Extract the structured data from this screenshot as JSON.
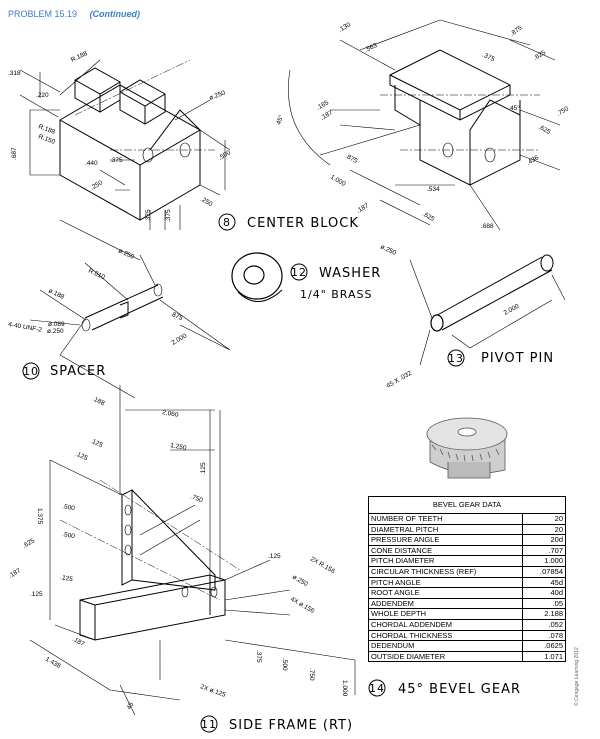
{
  "header": {
    "problem": "PROBLEM 15.19",
    "continued": "(Continued)"
  },
  "parts": {
    "center_block": {
      "num": "8",
      "name": "CENTER BLOCK"
    },
    "washer": {
      "num": "12",
      "name": "WASHER",
      "material": "1/4\" BRASS"
    },
    "spacer": {
      "num": "10",
      "name": "SPACER"
    },
    "pivot_pin": {
      "num": "13",
      "name": "PIVOT PIN"
    },
    "side_frame": {
      "num": "11",
      "name": "SIDE FRAME (RT)"
    },
    "bevel_gear": {
      "num": "14",
      "name": "45° BEVEL GEAR"
    }
  },
  "dims": {
    "cb_318": ".318",
    "cb_220": ".220",
    "cb_r188a": "R.188",
    "cb_r188b": "R.188",
    "cb_r150": "R.150",
    "cb_687": ".687",
    "cb_440": ".440",
    "cb_375a": ".375",
    "cb_250a": ".250",
    "cb_375b": ".375",
    "cb_375c": ".375",
    "cb_250b": ".250",
    "cb_500": ".500",
    "cb_phi250": "ø.250",
    "cb_130": ".130",
    "cb_563": ".563",
    "cb_375d": ".375",
    "cb_875a": ".875",
    "cb_625a": ".625",
    "cb_45": "45°",
    "cb_165": ".165",
    "cb_187a": ".187",
    "cb_45b": "45°",
    "cb_625b": ".625",
    "cb_750": ".750",
    "cb_875b": ".875",
    "cb_1000": "1.000",
    "cb_534": ".534",
    "cb_436": ".436",
    "cb_187b": ".187",
    "cb_625c": ".625",
    "cb_688": ".688",
    "sp_phi250": "ø.250",
    "sp_r010": "R.010",
    "sp_phi188": "ø.188",
    "sp_phi089": "ø.089",
    "sp_phi250b": "ø.250",
    "sp_thread": "4-40 UNF-2",
    "sp_875": ".875",
    "sp_2000": "2.000",
    "pp_phi250": "ø.250",
    "pp_2000": "2.000",
    "pp_chamfer": "45 X .032",
    "sf_188": ".188",
    "sf_2060": "2.060",
    "sf_125a": ".125",
    "sf_1250": "1.250",
    "sf_125b": ".125",
    "sf_125c": ".125",
    "sf_750a": ".750",
    "sf_1375": "1.375",
    "sf_500a": ".500",
    "sf_500b": ".500",
    "sf_625": ".625",
    "sf_125d": ".125",
    "sf_2xr156": "2X R.156",
    "sf_phi250": "ø.250",
    "sf_4xphi156": "4X ø.156",
    "sf_187a": ".187",
    "sf_125e": ".125",
    "sf_187b": ".187",
    "sf_1438": "1.438",
    "sf_375": ".375",
    "sf_500c": ".500",
    "sf_750b": ".750",
    "sf_1000": "1.000",
    "sf_2xphi125": "2X ø.125",
    "sf_45": "45"
  },
  "bevel_gear_table": {
    "title": "BEVEL GEAR DATA",
    "rows": [
      {
        "label": "NUMBER OF TEETH",
        "value": "20"
      },
      {
        "label": "DIAMETRAL PITCH",
        "value": "20"
      },
      {
        "label": "PRESSURE ANGLE",
        "value": "20d"
      },
      {
        "label": "CONE DISTANCE",
        "value": ".707"
      },
      {
        "label": "PITCH DIAMETER",
        "value": "1.000"
      },
      {
        "label": "CIRCULAR THICKNESS (REF)",
        "value": ".07854"
      },
      {
        "label": "PITCH ANGLE",
        "value": "45d"
      },
      {
        "label": "ROOT ANGLE",
        "value": "40d"
      },
      {
        "label": "ADDENDEM",
        "value": ".05"
      },
      {
        "label": "WHOLE DEPTH",
        "value": "2.188"
      },
      {
        "label": "CHORDAL ADDENDEM",
        "value": ".052"
      },
      {
        "label": "CHORDAL THICKNESS",
        "value": ".078"
      },
      {
        "label": "DEDENDUM",
        "value": ".0625"
      },
      {
        "label": "OUTSIDE DIAMETER",
        "value": "1.071"
      }
    ]
  },
  "copyright": "© Cengage Learning 2012",
  "colors": {
    "header": "#3b7ec9",
    "line": "#000000",
    "background": "#ffffff"
  }
}
